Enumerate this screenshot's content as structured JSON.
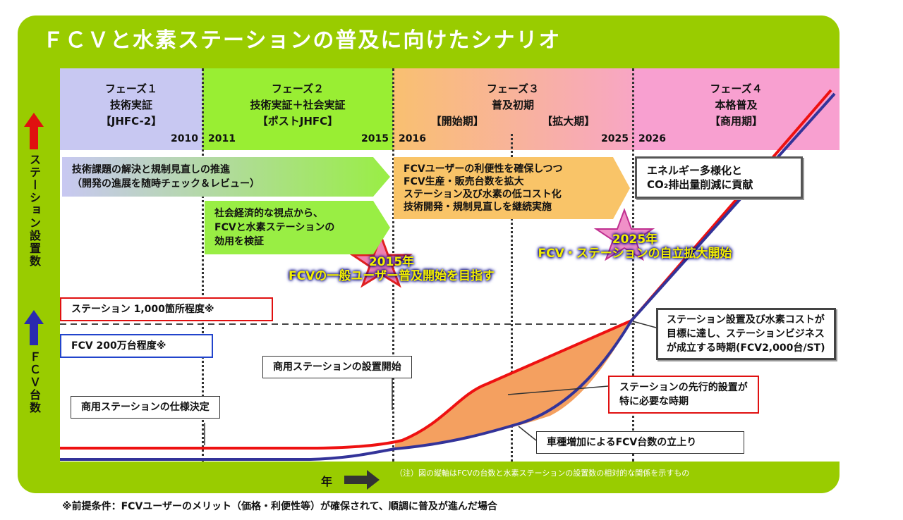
{
  "title": "ＦＣＶと水素ステーションの普及に向けたシナリオ",
  "phases": [
    {
      "name": "フェーズ１",
      "desc": "技術実証",
      "sub": "【JHFC-2】",
      "end": "2010"
    },
    {
      "name": "フェーズ２",
      "desc": "技術実証＋社会実証",
      "sub": "【ポストJHFC】",
      "start": "2011",
      "end": "2015"
    },
    {
      "name": "フェーズ３",
      "desc": "普及初期",
      "sub1": "【開始期】",
      "sub2": "【拡大期】",
      "start": "2016",
      "end": "2025"
    },
    {
      "name": "フェーズ４",
      "desc": "本格普及",
      "sub": "【商用期】",
      "start": "2026"
    }
  ],
  "axis": {
    "station": "ステーション設置数",
    "fcv": "ＦＣＶ台数",
    "year": "年"
  },
  "arrows": {
    "a1": [
      "技術課題の解決と規制見直しの推進",
      "（開発の進展を随時チェック＆レビュー）"
    ],
    "a2": [
      "社会経済的な視点から、",
      "FCVと水素ステーションの",
      "効用を検証"
    ],
    "a3": [
      "FCVユーザーの利便性を確保しつつ",
      "FCV生産・販売台数を拡大",
      "ステーション及び水素の低コスト化",
      "技術開発・規制見直しを継続実施"
    ]
  },
  "phase4_box": [
    "エネルギー多様化と",
    "CO₂排出量削減に貢献"
  ],
  "stars": {
    "s2015": {
      "year": "2015年",
      "text": "FCVの一般ユーザー普及開始を目指す"
    },
    "s2025": {
      "year": "2025年",
      "text": "FCV・ステーションの自立拡大開始"
    }
  },
  "targets": {
    "station": "ステーション 1,000箇所程度※",
    "fcv": "FCV 200万台程度※"
  },
  "callouts": {
    "spec": "商用ステーションの仕様決定",
    "install": "商用ステーションの設置開始",
    "business": [
      "ステーション設置及び水素コストが",
      "目標に達し、ステーションビジネス",
      "が成立する時期(FCV2,000台/ST)"
    ],
    "advance": [
      "ステーションの先行的設置が",
      "特に必要な時期"
    ],
    "rise": "車種増加によるFCV台数の立上り"
  },
  "note": "（注）図の縦軸はFCVの台数と水素ステーションの設置数の相対的な関係を示すもの",
  "footnote": "※前提条件：FCVユーザーのメリット（価格・利便性等）が確保されて、順調に普及が進んだ場合",
  "colors": {
    "frame": "#99cc00",
    "station": "#ee1111",
    "fcv": "#333399",
    "fill": "#f4a060"
  }
}
